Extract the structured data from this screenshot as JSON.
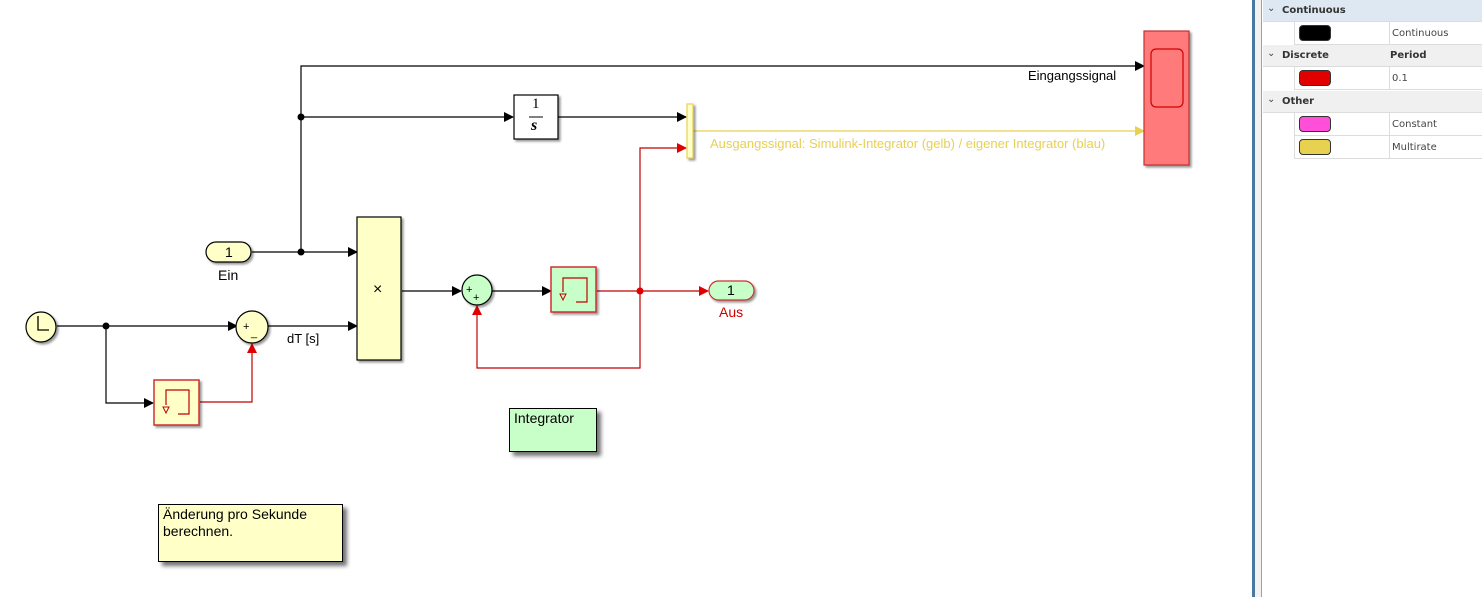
{
  "diagram": {
    "blocks": {
      "inport": {
        "number": "1",
        "label": "Ein"
      },
      "outport": {
        "number": "1",
        "label": "Aus"
      },
      "clock": {
        "icon": "clock-icon"
      },
      "integrator_tf": {
        "numerator": "1",
        "denominator": "s"
      },
      "product": {
        "symbol": "×"
      },
      "sum_diff": {
        "signs": "+–"
      },
      "sum_add": {
        "signs": "++"
      },
      "unit_delay_1": {
        "icon": "unit-delay-icon"
      },
      "unit_delay_2": {
        "icon": "unit-delay-icon"
      },
      "mux": {
        "icon": "mux-bar"
      },
      "scope": {
        "icon": "scope-icon"
      }
    },
    "signal_labels": {
      "dt": "dT [s]",
      "eingang": "Eingangssignal",
      "ausgang": "Ausgangssignal: Simulink-Integrator (gelb) / eigener Integrator (blau)"
    },
    "annotations": {
      "integrator": "Integrator",
      "aenderung_line1": "Änderung pro Sekunde",
      "aenderung_line2": "berechnen."
    }
  },
  "legend": {
    "groups": [
      {
        "name": "Continuous",
        "column": "",
        "rows": [
          {
            "color": "#000000",
            "value": "Continuous"
          }
        ]
      },
      {
        "name": "Discrete",
        "column": "Period",
        "rows": [
          {
            "color": "#e00000",
            "value": "0.1"
          }
        ]
      },
      {
        "name": "Other",
        "column": "",
        "rows": [
          {
            "color": "#ff4fd8",
            "value": "Constant"
          },
          {
            "color": "#e8d050",
            "value": "Multirate"
          }
        ]
      }
    ]
  },
  "colors": {
    "continuous": "#000000",
    "discrete": "#e00000",
    "multirate": "#e8d050",
    "block_yellow": "#ffffc8",
    "block_green": "#c8ffc8",
    "scope_red": "#ff7b7b"
  }
}
